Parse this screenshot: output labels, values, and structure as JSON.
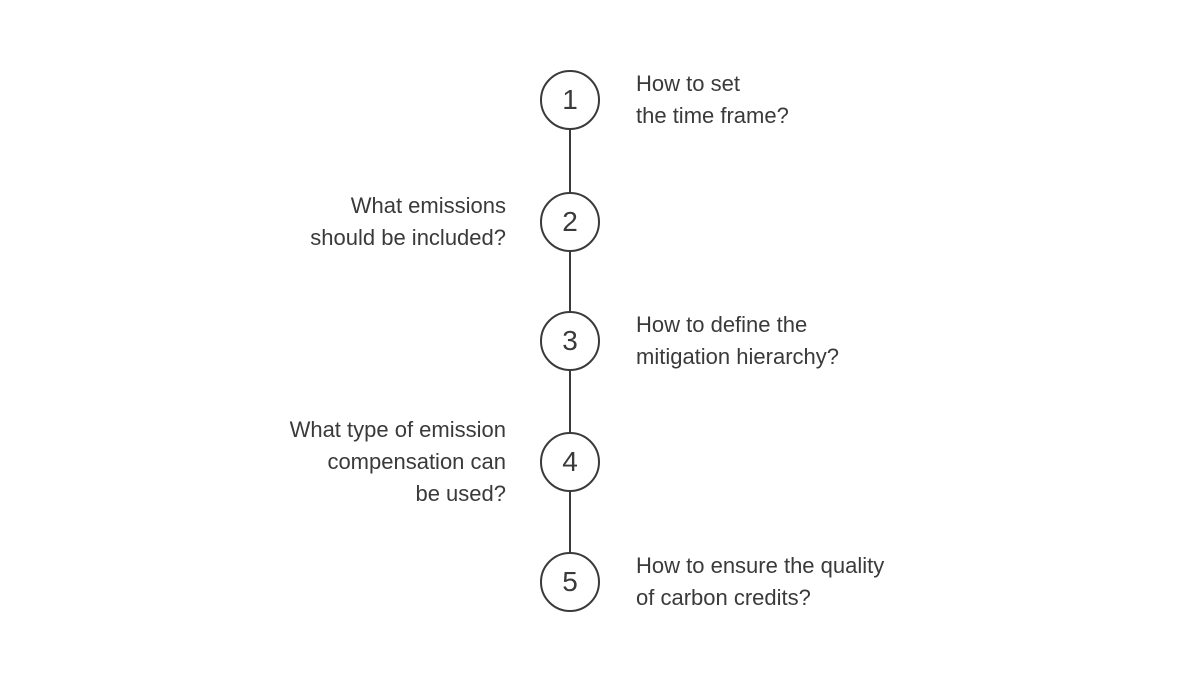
{
  "diagram": {
    "type": "vertical-numbered-timeline",
    "colors": {
      "stroke": "#3a3a3a",
      "text": "#3a3a3a",
      "circle_fill": "#ffffff",
      "background": "#ffffff"
    },
    "steps": [
      {
        "number": "1",
        "side": "right",
        "label": "How to set\nthe time frame?"
      },
      {
        "number": "2",
        "side": "left",
        "label": "What emissions\nshould be included?"
      },
      {
        "number": "3",
        "side": "right",
        "label": "How to define the\nmitigation hierarchy?"
      },
      {
        "number": "4",
        "side": "left",
        "label": "What type of emission\ncompensation can\nbe used?"
      },
      {
        "number": "5",
        "side": "right",
        "label": "How to ensure the quality\nof carbon credits?"
      }
    ]
  }
}
